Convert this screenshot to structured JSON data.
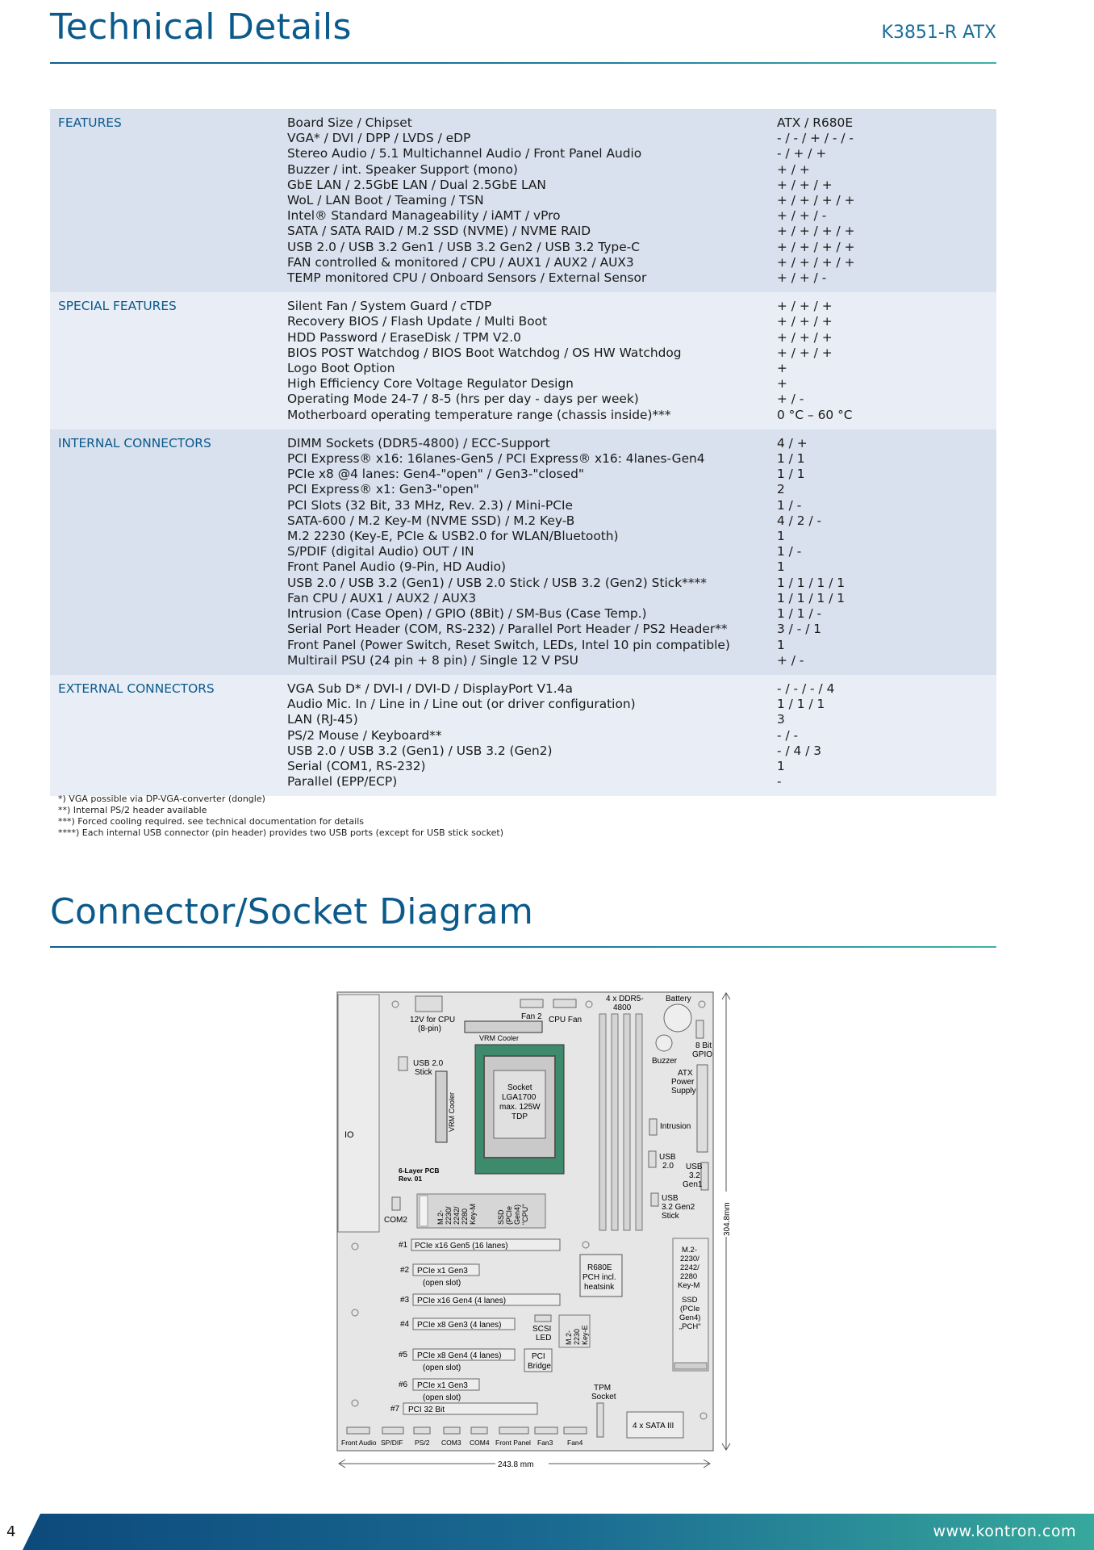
{
  "header": {
    "title": "Technical Details",
    "doc_id": "K3851-R ATX"
  },
  "sections": [
    {
      "label": "FEATURES",
      "rows": [
        {
          "feature": "Board Size / Chipset",
          "value": "ATX / R680E"
        },
        {
          "feature": "VGA* / DVI / DPP / LVDS / eDP",
          "value": "- / - / + / - / -"
        },
        {
          "feature": "Stereo Audio / 5.1 Multichannel Audio / Front Panel Audio",
          "value": "- / + / +"
        },
        {
          "feature": "Buzzer / int. Speaker Support (mono)",
          "value": "+ / +"
        },
        {
          "feature": "GbE LAN / 2.5GbE LAN / Dual 2.5GbE LAN",
          "value": "+ / + / +"
        },
        {
          "feature": "WoL / LAN Boot / Teaming / TSN",
          "value": "+ / + / + / +"
        },
        {
          "feature": "Intel® Standard Manageability / iAMT / vPro",
          "value": "+ / + / -"
        },
        {
          "feature": "SATA / SATA RAID / M.2 SSD (NVME) / NVME RAID",
          "value": "+ / + / + / +"
        },
        {
          "feature": "USB 2.0 / USB 3.2 Gen1 / USB 3.2 Gen2 / USB 3.2 Type-C",
          "value": "+ / + / + / +"
        },
        {
          "feature": "FAN controlled & monitored / CPU / AUX1 / AUX2 / AUX3",
          "value": "+ / + / + / +"
        },
        {
          "feature": "TEMP monitored CPU / Onboard Sensors / External Sensor",
          "value": "+ / + / -"
        }
      ]
    },
    {
      "label": "SPECIAL FEATURES",
      "rows": [
        {
          "feature": "Silent Fan / System Guard / cTDP",
          "value": "+ / + / +"
        },
        {
          "feature": "Recovery BIOS / Flash Update / Multi Boot",
          "value": "+ / + / +"
        },
        {
          "feature": "HDD Password / EraseDisk / TPM V2.0",
          "value": "+ / + / +"
        },
        {
          "feature": "BIOS POST Watchdog / BIOS Boot Watchdog / OS HW Watchdog",
          "value": "+ / + / +"
        },
        {
          "feature": "Logo Boot Option",
          "value": "+"
        },
        {
          "feature": "High Efficiency Core Voltage Regulator Design",
          "value": "+"
        },
        {
          "feature": "Operating Mode 24-7 / 8-5 (hrs per day - days per week)",
          "value": "+ / -"
        },
        {
          "feature": "Motherboard operating temperature range (chassis inside)***",
          "value": "0 °C – 60 °C"
        }
      ]
    },
    {
      "label": "INTERNAL CONNECTORS",
      "rows": [
        {
          "feature": "DIMM Sockets (DDR5-4800) / ECC-Support",
          "value": "4 / +"
        },
        {
          "feature": "PCI Express® x16: 16lanes-Gen5 / PCI Express® x16: 4lanes-Gen4",
          "value": "1 / 1"
        },
        {
          "feature": "PCIe x8 @4 lanes: Gen4-\"open\" / Gen3-\"closed\"",
          "value": "1 / 1"
        },
        {
          "feature": "PCI Express® x1: Gen3-\"open\"",
          "value": "2"
        },
        {
          "feature": "PCI Slots (32 Bit, 33 MHz, Rev. 2.3) / Mini-PCIe",
          "value": "1 / -"
        },
        {
          "feature": "SATA-600 / M.2 Key-M (NVME SSD) / M.2 Key-B",
          "value": "4 / 2 / -"
        },
        {
          "feature": "M.2 2230 (Key-E, PCIe & USB2.0 for WLAN/Bluetooth)",
          "value": "1"
        },
        {
          "feature": "S/PDIF (digital Audio) OUT / IN",
          "value": "1 / -"
        },
        {
          "feature": "Front Panel Audio (9-Pin, HD Audio)",
          "value": "1"
        },
        {
          "feature": "USB 2.0 / USB 3.2 (Gen1) / USB 2.0 Stick / USB 3.2 (Gen2) Stick****",
          "value": "1 / 1 / 1 / 1"
        },
        {
          "feature": "Fan CPU / AUX1 / AUX2 / AUX3",
          "value": "1 / 1 / 1 / 1"
        },
        {
          "feature": "Intrusion (Case Open) / GPIO (8Bit) / SM-Bus (Case Temp.)",
          "value": "1 / 1 / -"
        },
        {
          "feature": "Serial Port Header (COM, RS-232) / Parallel Port Header / PS2 Header**",
          "value": "3 / - / 1"
        },
        {
          "feature": "Front Panel (Power Switch, Reset Switch, LEDs, Intel 10 pin compatible)",
          "value": "1"
        },
        {
          "feature": "Multirail PSU (24 pin + 8 pin) / Single 12 V PSU",
          "value": "+ / -"
        }
      ]
    },
    {
      "label": "EXTERNAL CONNECTORS",
      "rows": [
        {
          "feature": "VGA Sub D* / DVI-I / DVI-D / DisplayPort V1.4a",
          "value": "- / - / - / 4"
        },
        {
          "feature": "Audio Mic. In / Line in / Line out (or driver configuration)",
          "value": "1 / 1 / 1"
        },
        {
          "feature": "LAN (RJ-45)",
          "value": "3"
        },
        {
          "feature": "PS/2 Mouse / Keyboard**",
          "value": "- / -"
        },
        {
          "feature": "USB 2.0 / USB 3.2 (Gen1) / USB 3.2 (Gen2)",
          "value": "- / 4 / 3"
        },
        {
          "feature": "Serial (COM1, RS-232)",
          "value": "1"
        },
        {
          "feature": "Parallel (EPP/ECP)",
          "value": "-"
        }
      ]
    }
  ],
  "footnotes": [
    "*) VGA possible via DP-VGA-converter (dongle)",
    "**) Internal PS/2 header available",
    "***) Forced cooling required. see technical documentation for details",
    "****) Each internal USB connector (pin header) provides two USB ports (except for USB stick socket)"
  ],
  "diagram": {
    "title": "Connector/Socket Diagram",
    "labels": {
      "io": "IO",
      "cpu_power": [
        "12V for CPU",
        "(8-pin)"
      ],
      "fan2": "Fan 2",
      "cpu_fan": "CPU Fan",
      "dimm": [
        "4 x DDR5-",
        "4800"
      ],
      "battery": "Battery",
      "vrm_top": "VRM Cooler",
      "vrm_side": "VRM Cooler",
      "gpio": [
        "8 Bit",
        "GPIO"
      ],
      "buzzer": "Buzzer",
      "atx": [
        "ATX",
        "Power",
        "Supply"
      ],
      "usb20_stick": [
        "USB 2.0",
        "Stick"
      ],
      "socket": [
        "Socket",
        "LGA1700",
        "max. 125W",
        "TDP"
      ],
      "intrusion": "Intrusion",
      "usb20": [
        "USB",
        "2.0"
      ],
      "usb32_gen1": [
        "USB",
        "3.2",
        "Gen1"
      ],
      "pcb": [
        "6-Layer PCB",
        "Rev. 01"
      ],
      "com2": "COM2",
      "m2_cpu": [
        "M.2-",
        "2230/",
        "2242/",
        "2280",
        "Key-M",
        "SSD",
        "(PCIe",
        "Gen4)",
        "\"CPU\""
      ],
      "usb32_gen2_stick": [
        "USB",
        "3.2 Gen2",
        "Stick"
      ],
      "slot1_num": "#1",
      "slot1": "PCIe x16 Gen5 (16 lanes)",
      "slot2_num": "#2",
      "slot2": "PCIe x1 Gen3",
      "slot2_note": "(open slot)",
      "slot3_num": "#3",
      "slot3": "PCIe x16 Gen4 (4 lanes)",
      "slot4_num": "#4",
      "slot4": "PCIe x8 Gen3 (4 lanes)",
      "slot5_num": "#5",
      "slot5": "PCIe x8 Gen4 (4 lanes)",
      "slot5_note": "(open slot)",
      "slot6_num": "#6",
      "slot6": "PCIe x1 Gen3",
      "slot6_note": "(open slot)",
      "slot7_num": "#7",
      "slot7": "PCI 32 Bit",
      "pch": [
        "R680E",
        "PCH incl.",
        "heatsink"
      ],
      "m2_pch": [
        "M.2-",
        "2230/",
        "2242/",
        "2280",
        "Key-M",
        "SSD",
        "(PCIe",
        "Gen4)",
        "„PCH\""
      ],
      "scsi_led": [
        "SCSI",
        "LED"
      ],
      "m2_keye": [
        "M.2-",
        "2230",
        "Key-E"
      ],
      "pci_bridge": [
        "PCI",
        "Bridge"
      ],
      "tpm": [
        "TPM",
        "Socket"
      ],
      "sata": "4 x SATA III",
      "bottom_headers": [
        "Front Audio",
        "SP/DIF",
        "PS/2",
        "COM3",
        "COM4",
        "Front Panel",
        "Fan3",
        "Fan4"
      ],
      "width": "243.8 mm",
      "height": "304.8mm"
    }
  },
  "footer": {
    "page_number": "4",
    "website": "www.kontron.com"
  },
  "colors": {
    "accent": "#0b5a8c",
    "band_dark": "#d9e1ee",
    "band_light": "#e9edf5",
    "footer_start": "#0d4a7c",
    "footer_end": "#37a89c"
  }
}
